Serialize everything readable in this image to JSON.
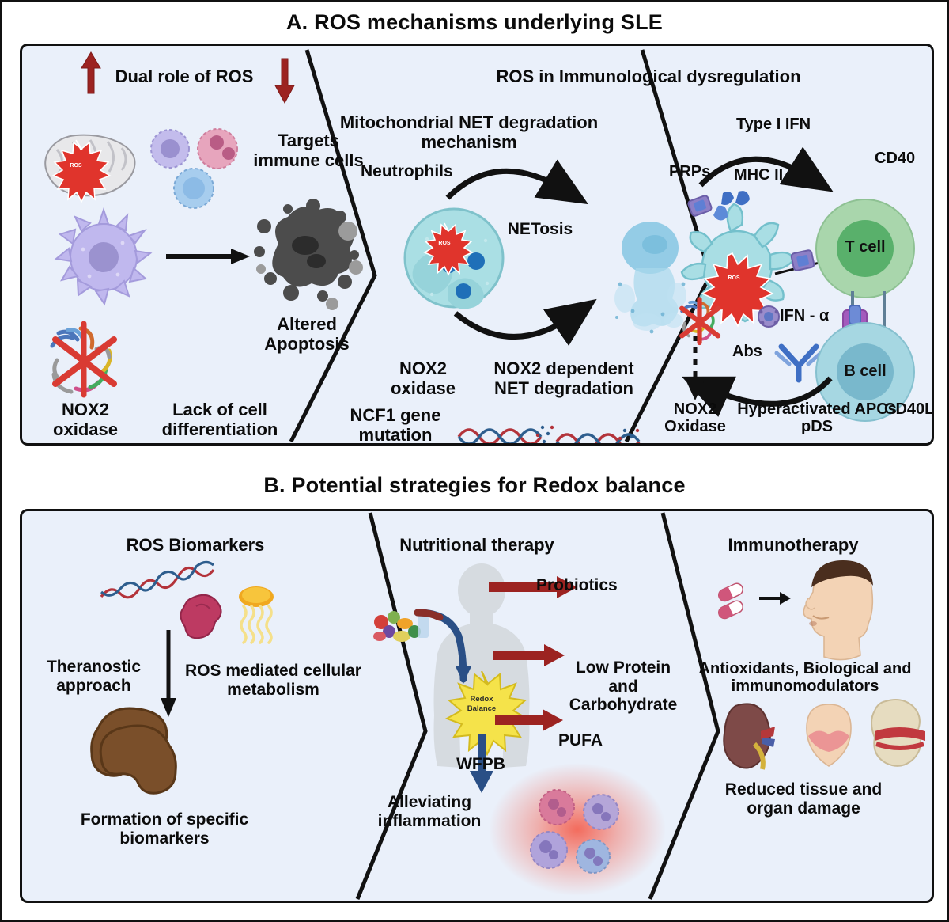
{
  "figure": {
    "sections": [
      {
        "id": "A",
        "title": "A. ROS mechanisms underlying SLE"
      },
      {
        "id": "B",
        "title": "B. Potential strategies for Redox balance"
      }
    ],
    "colors": {
      "panel_background": "#eaf0fa",
      "panel_border": "#111111",
      "arrow_red": "#9c2321",
      "arrow_black": "#111111",
      "tcell_green": "#a9d6ac",
      "tcell_nucleus": "#59b06b",
      "bcell_blue": "#a6d7e2",
      "bcell_nucleus": "#79b8cc",
      "neutrophil_cyan": "#a8dbe2",
      "ros_red": "#e0342c",
      "macrophage_purple": "#b9b3e8",
      "apoptosis_gray": "#4c4c4c",
      "kidney_brown": "#7a4f2a",
      "redox_star_yellow": "#f5e34a",
      "dna_red": "#b3333a",
      "dna_blue": "#2e5e8e",
      "inflammation_glow": "#f4604f"
    }
  },
  "panel_a": {
    "columns": [
      {
        "id": "dual-role",
        "heading": "Dual role of ROS",
        "heading_arrows": [
          "arrow-up-red",
          "arrow-down-red"
        ],
        "labels": [
          {
            "name": "targets-immune-cells",
            "text": "Targets\nimmune cells"
          },
          {
            "name": "altered-apoptosis",
            "text": "Altered\nApoptosis"
          },
          {
            "name": "nox2-oxidase",
            "text": "NOX2\noxidase"
          },
          {
            "name": "lack-of-cell-differentiation",
            "text": "Lack of cell\ndifferentiation"
          }
        ],
        "icons": [
          "mitochondrion-with-ros",
          "immune-cell-cluster",
          "dendritic-cell",
          "nox2-protein-structure",
          "apoptotic-debris",
          "black-arrow-right"
        ]
      },
      {
        "id": "net-degradation",
        "heading": "Mitochondrial NET degradation\nmechanism",
        "labels": [
          {
            "name": "neutrophils",
            "text": "Neutrophils"
          },
          {
            "name": "netosis",
            "text": "NETosis"
          },
          {
            "name": "nox2-oxidase",
            "text": "NOX2\noxidase"
          },
          {
            "name": "nox2-dependent-net-degradation",
            "text": "NOX2 dependent\nNET degradation"
          },
          {
            "name": "ncf1-gene-mutation",
            "text": "NCF1 gene\nmutation"
          }
        ],
        "icons": [
          "neutrophil-with-ros",
          "netotic-cell",
          "curved-arrow-clockwise",
          "curved-arrow-counterclockwise",
          "dna-double-helix"
        ]
      },
      {
        "id": "immunological-dysregulation",
        "heading": "ROS in Immunological dysregulation",
        "labels": [
          {
            "name": "type-i-ifn",
            "text": "Type I IFN"
          },
          {
            "name": "prps",
            "text": "PRPs"
          },
          {
            "name": "mhc-ii",
            "text": "MHC II"
          },
          {
            "name": "cd40",
            "text": "CD40"
          },
          {
            "name": "t-cell",
            "text": "T cell"
          },
          {
            "name": "ifn-alpha",
            "text": "IFN - α"
          },
          {
            "name": "abs",
            "text": "Abs"
          },
          {
            "name": "b-cell",
            "text": "B cell"
          },
          {
            "name": "cd40l",
            "text": "CD40L"
          },
          {
            "name": "nox2-oxidase",
            "text": "NOX2\nOxidase"
          },
          {
            "name": "hyperactivated-apcs",
            "text": "Hyperactivated APCs\npDS"
          }
        ],
        "icons": [
          "apc-dendritic-cell-with-ros",
          "t-cell-circle",
          "b-cell-circle",
          "antibody-icon",
          "ifn-alpha-particle",
          "mhc-receptor",
          "cd40-receptor",
          "curved-arrow-to-tcell",
          "curved-arrow-from-bcell",
          "dotted-arrow-down"
        ]
      }
    ]
  },
  "panel_b": {
    "columns": [
      {
        "id": "ros-biomarkers",
        "heading": "ROS Biomarkers",
        "labels": [
          {
            "name": "theranostic-approach",
            "text": "Theranostic\napproach"
          },
          {
            "name": "ros-mediated-cellular-metabolism",
            "text": "ROS mediated cellular\nmetabolism"
          },
          {
            "name": "formation-of-specific-biomarkers",
            "text": "Formation of specific\nbiomarkers"
          }
        ],
        "icons": [
          "dna-strand",
          "liver-icon",
          "lipid-micelle-icon",
          "black-arrow-down",
          "kidney-pair-icon"
        ]
      },
      {
        "id": "nutritional-therapy",
        "heading": "Nutritional therapy",
        "labels": [
          {
            "name": "probiotics",
            "text": "Probiotics"
          },
          {
            "name": "low-protein-and-carbohydrate",
            "text": "Low Protein\nand\nCarbohydrate"
          },
          {
            "name": "pufa",
            "text": "PUFA"
          },
          {
            "name": "wfpb",
            "text": "WFPB"
          },
          {
            "name": "redox-balance-star",
            "text": "Redox\nBalance"
          },
          {
            "name": "alleviating-inflammation",
            "text": "Alleviating\ninflammation"
          }
        ],
        "icons": [
          "human-body-silhouette",
          "fruits-and-vegetables-icon",
          "redox-balance-starburst",
          "red-arrow-right",
          "blue-arrow-down",
          "inflamed-cells-glow"
        ]
      },
      {
        "id": "immunotherapy",
        "heading": "Immunotherapy",
        "labels": [
          {
            "name": "antioxidants-biological-and-immunomodulators",
            "text": "Antioxidants, Biological and\nimmunomodulators"
          },
          {
            "name": "reduced-tissue-and-organ-damage",
            "text": "Reduced tissue and\norgan damage"
          }
        ],
        "icons": [
          "pill-capsules-icon",
          "black-arrow-right",
          "male-head-profile-icon",
          "kidney-icon",
          "face-rash-icon",
          "joint-icon"
        ]
      }
    ]
  }
}
